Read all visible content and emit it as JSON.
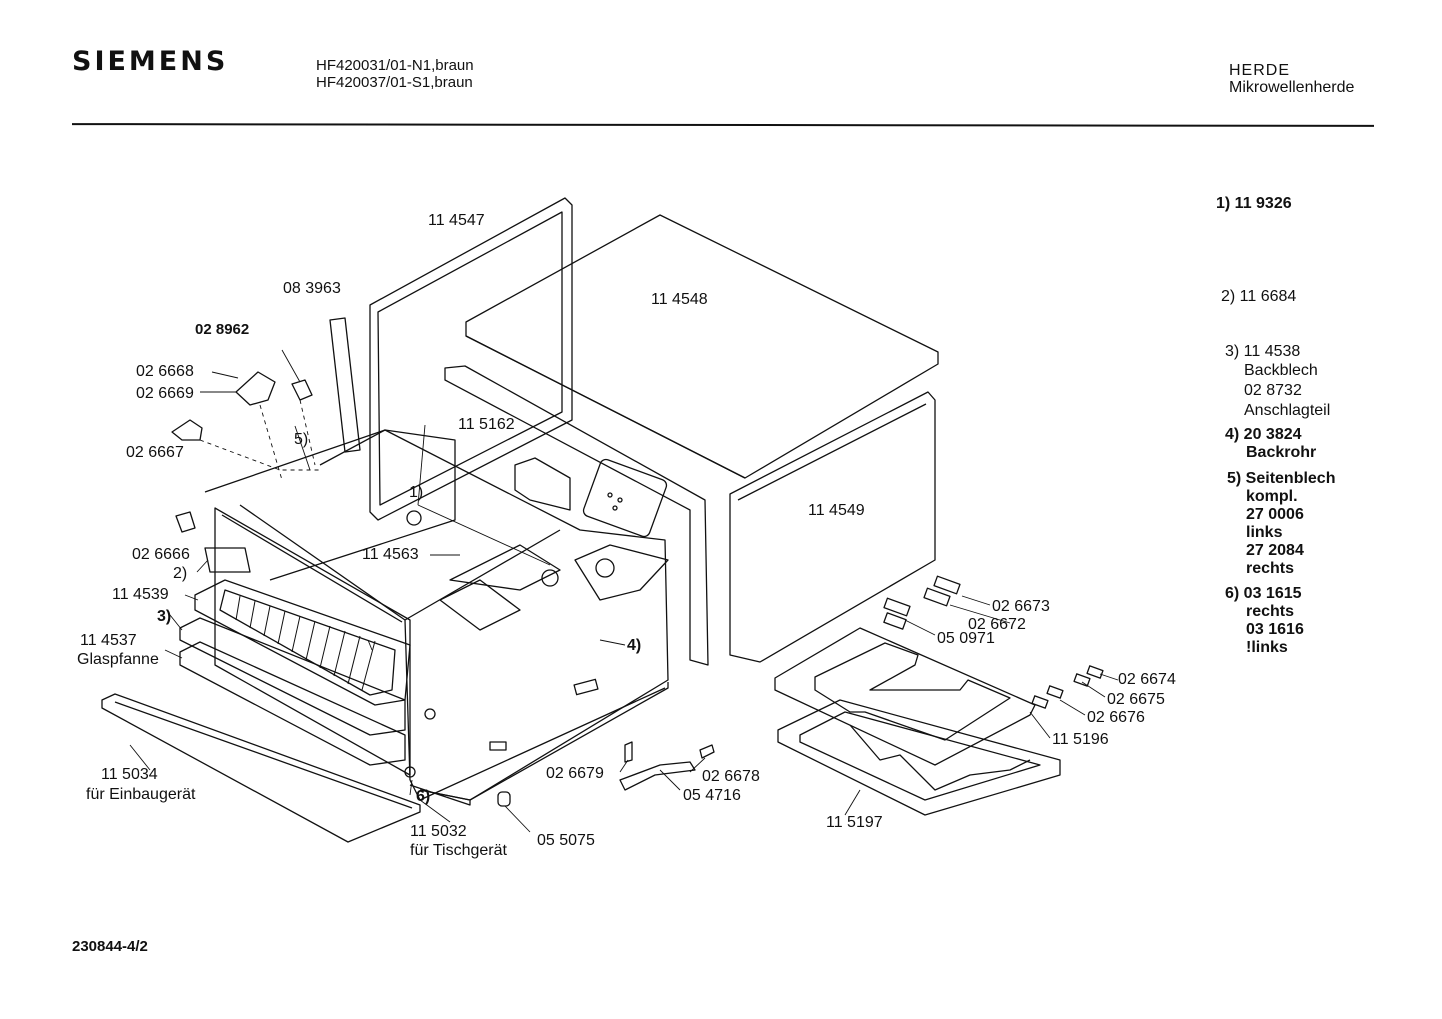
{
  "header": {
    "brand": "SIEMENS",
    "models": [
      "HF420031/01-N1,braun",
      "HF420037/01-S1,braun"
    ],
    "category": "HERDE",
    "subcategory": "Mikrowellenherde"
  },
  "legend": [
    {
      "id": "l1",
      "lines": [
        "1) 11 9326"
      ]
    },
    {
      "id": "l2",
      "lines": [
        "2) 11 6684"
      ]
    },
    {
      "id": "l3",
      "lines": [
        "3) 11 4538",
        "Backblech",
        "02 8732",
        "Anschlagteil"
      ]
    },
    {
      "id": "l4",
      "lines": [
        "4) 20 3824",
        "Backrohr"
      ]
    },
    {
      "id": "l5",
      "lines": [
        "5) Seitenblech",
        "kompl.",
        "27 0006",
        "links",
        "27 2084",
        "rechts"
      ]
    },
    {
      "id": "l6",
      "lines": [
        "6) 03 1615",
        "rechts",
        "03 1616",
        "!links"
      ]
    }
  ],
  "part_labels": [
    {
      "text": "11 4547",
      "name": "label-114547"
    },
    {
      "text": "08 3963",
      "name": "label-083963"
    },
    {
      "text": "11 4548",
      "name": "label-114548"
    },
    {
      "text": "02 8962",
      "name": "label-028962"
    },
    {
      "text": "02 6668",
      "name": "label-026668"
    },
    {
      "text": "02 6669",
      "name": "label-026669"
    },
    {
      "text": "5)",
      "name": "label-ref5"
    },
    {
      "text": "11 5162",
      "name": "label-115162"
    },
    {
      "text": "02 6667",
      "name": "label-026667"
    },
    {
      "text": "1)",
      "name": "label-ref1"
    },
    {
      "text": "11 4549",
      "name": "label-114549"
    },
    {
      "text": "02 6666",
      "name": "label-026666"
    },
    {
      "text": "11 4563",
      "name": "label-114563"
    },
    {
      "text": "2)",
      "name": "label-ref2"
    },
    {
      "text": "11 4539",
      "name": "label-114539"
    },
    {
      "text": "3)",
      "name": "label-ref3"
    },
    {
      "text": "11 4537",
      "name": "label-114537"
    },
    {
      "text": "Glaspfanne",
      "name": "label-glaspfanne"
    },
    {
      "text": "4)",
      "name": "label-ref4"
    },
    {
      "text": "02 6673",
      "name": "label-026673"
    },
    {
      "text": "02 6672",
      "name": "label-026672"
    },
    {
      "text": "05 0971",
      "name": "label-050971"
    },
    {
      "text": "02 6674",
      "name": "label-026674"
    },
    {
      "text": "02 6675",
      "name": "label-026675"
    },
    {
      "text": "02 6676",
      "name": "label-026676"
    },
    {
      "text": "11 5196",
      "name": "label-115196"
    },
    {
      "text": "02 6679",
      "name": "label-026679"
    },
    {
      "text": "02 6678",
      "name": "label-026678"
    },
    {
      "text": "05 4716",
      "name": "label-054716"
    },
    {
      "text": "11 5034",
      "name": "label-115034"
    },
    {
      "text": "für Einbaugerät",
      "name": "label-einbau"
    },
    {
      "text": "6)",
      "name": "label-ref6"
    },
    {
      "text": "11 5032",
      "name": "label-115032"
    },
    {
      "text": "für Tischgerät",
      "name": "label-tisch"
    },
    {
      "text": "05 5075",
      "name": "label-055075"
    },
    {
      "text": "11 5197",
      "name": "label-115197"
    }
  ],
  "footer": {
    "doc_number": "230844-4/2"
  }
}
